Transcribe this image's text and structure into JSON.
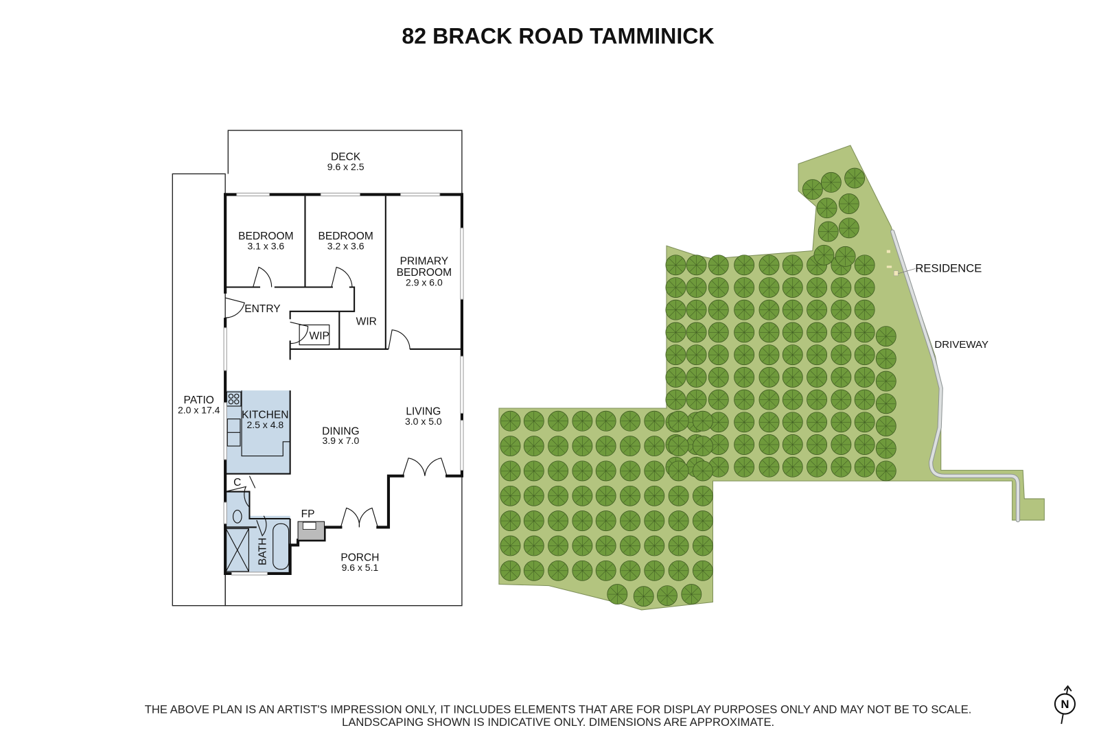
{
  "title": "82 BRACK ROAD TAMMINICK",
  "rooms": {
    "deck": {
      "name": "DECK",
      "size": "9.6 x 2.5"
    },
    "bedroom1": {
      "name": "BEDROOM",
      "size": "3.1 x 3.6"
    },
    "bedroom2": {
      "name": "BEDROOM",
      "size": "3.2 x 3.6"
    },
    "primary": {
      "name_line1": "PRIMARY",
      "name_line2": "BEDROOM",
      "size": "2.9 x 6.0"
    },
    "entry": {
      "name": "ENTRY"
    },
    "wir": {
      "name": "WIR"
    },
    "wip": {
      "name": "WIP"
    },
    "patio": {
      "name": "PATIO",
      "size": "2.0 x 17.4"
    },
    "kitchen": {
      "name": "KITCHEN",
      "size": "2.5 x 4.8"
    },
    "dining": {
      "name": "DINING",
      "size": "3.9 x 7.0"
    },
    "living": {
      "name": "LIVING",
      "size": "3.0 x 5.0"
    },
    "cupboard": {
      "name": "C"
    },
    "fireplace": {
      "name": "FP"
    },
    "bath": {
      "name": "BATH"
    },
    "porch": {
      "name": "PORCH",
      "size": "9.6 x 5.1"
    }
  },
  "site": {
    "residence_label": "RESIDENCE",
    "driveway_label": "DRIVEWAY"
  },
  "footer": {
    "line1": "THE ABOVE PLAN IS AN ARTIST'S IMPRESSION ONLY, IT INCLUDES ELEMENTS THAT ARE FOR DISPLAY PURPOSES ONLY AND MAY NOT BE TO SCALE.",
    "line2": "LANDSCAPING SHOWN IS INDICATIVE ONLY. DIMENSIONS ARE APPROXIMATE."
  },
  "compass": {
    "label": "N",
    "icon": "north-arrow-icon"
  },
  "colors": {
    "land": "#b3c47f",
    "tree": "#6f9a3c",
    "tree_edge": "#3e5a22",
    "wet_area": "#c8d9e8",
    "driveway": "#d9dcdc"
  }
}
